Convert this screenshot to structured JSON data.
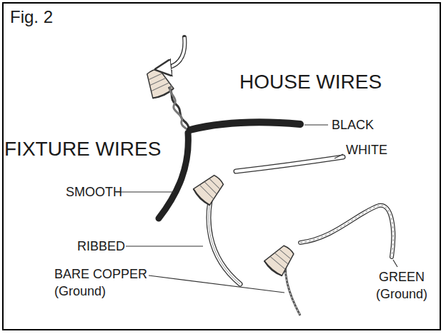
{
  "diagram": {
    "title": "Fig. 2",
    "labels": [
      "HOUSE WIRES",
      "BLACK",
      "FIXTURE WIRES",
      "WHITE",
      "SMOOTH",
      "RIBBED",
      "BARE COPPER (Ground)",
      "GREEN (Ground)"
    ]
  }
}
